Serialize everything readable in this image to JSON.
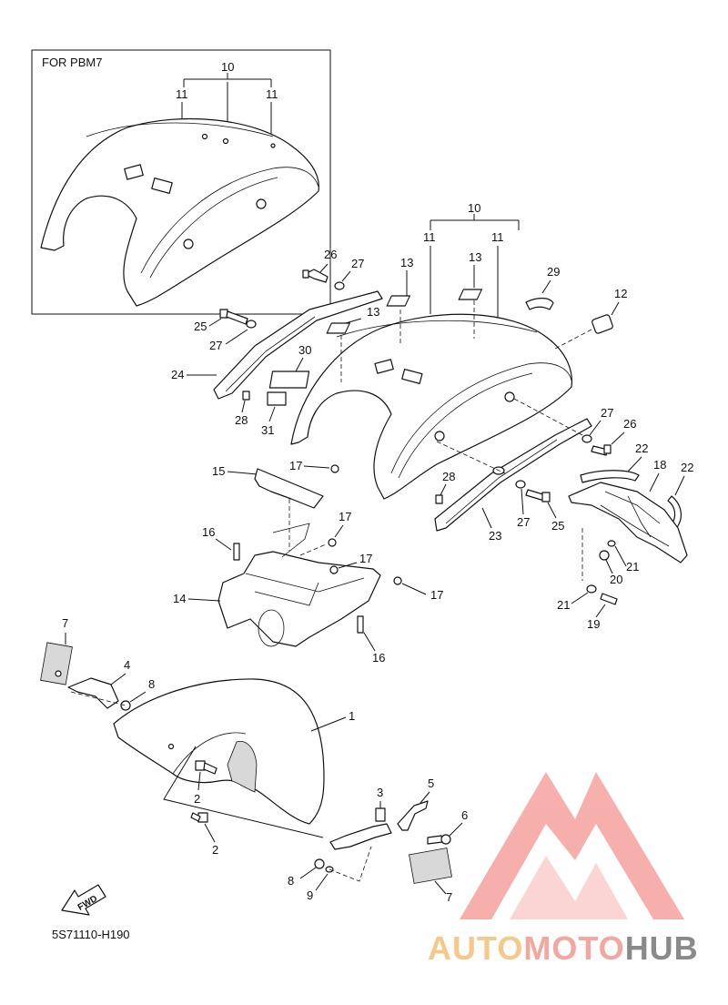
{
  "inset": {
    "title": "FOR PBM7",
    "callouts": [
      "10",
      "11",
      "11"
    ]
  },
  "callouts": {
    "c1": "1",
    "c2a": "2",
    "c2b": "2",
    "c3": "3",
    "c4": "4",
    "c5": "5",
    "c6": "6",
    "c7a": "7",
    "c7b": "7",
    "c8a": "8",
    "c8b": "8",
    "c9": "9",
    "c10": "10",
    "c11a": "11",
    "c11b": "11",
    "c12": "12",
    "c13a": "13",
    "c13b": "13",
    "c13c": "13",
    "c14": "14",
    "c15": "15",
    "c16a": "16",
    "c16b": "16",
    "c17a": "17",
    "c17b": "17",
    "c17c": "17",
    "c17d": "17",
    "c18": "18",
    "c19": "19",
    "c20": "20",
    "c21a": "21",
    "c21b": "21",
    "c22a": "22",
    "c22b": "22",
    "c23": "23",
    "c24": "24",
    "c25a": "25",
    "c25b": "25",
    "c26a": "26",
    "c26b": "26",
    "c27a": "27",
    "c27b": "27",
    "c27c": "27",
    "c27d": "27",
    "c28a": "28",
    "c28b": "28",
    "c29": "29",
    "c30": "30",
    "c31": "31"
  },
  "fwd_label": "FWD",
  "drawing_code": "5S71110-H190",
  "watermark": {
    "part1": "AUTO",
    "part2": "MOTO",
    "part3": "HUB",
    "color1": "#f5c98a",
    "color2": "#f4a6a0",
    "color3": "#888888",
    "logo_color": "#f7a7a4"
  }
}
